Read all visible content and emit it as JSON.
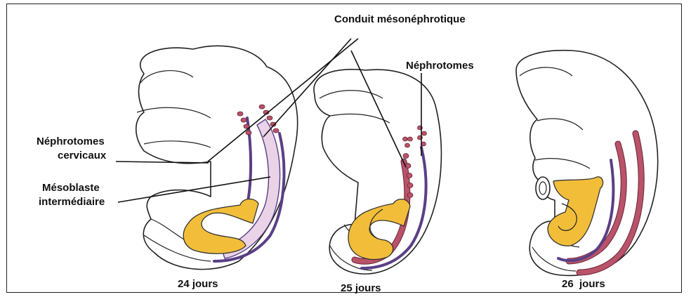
{
  "labels": {
    "conduit": "Conduit mésonéphrotique",
    "nephrotomes": "Néphrotomes",
    "nephrotomes_cervicaux_line1": "Néphrotomes",
    "nephrotomes_cervicaux_line2": "cervicaux",
    "mesoblaste_line1": "Mésoblaste",
    "mesoblaste_line2": "intermédiaire"
  },
  "captions": {
    "stage1": "24 jours",
    "stage2": "25 jours",
    "stage3": "26  jours"
  },
  "colors": {
    "gut": "#f2be3a",
    "duct": "#5a3f86",
    "mesoblast": "#ead3e6",
    "nephrotome": "#b8536a"
  }
}
